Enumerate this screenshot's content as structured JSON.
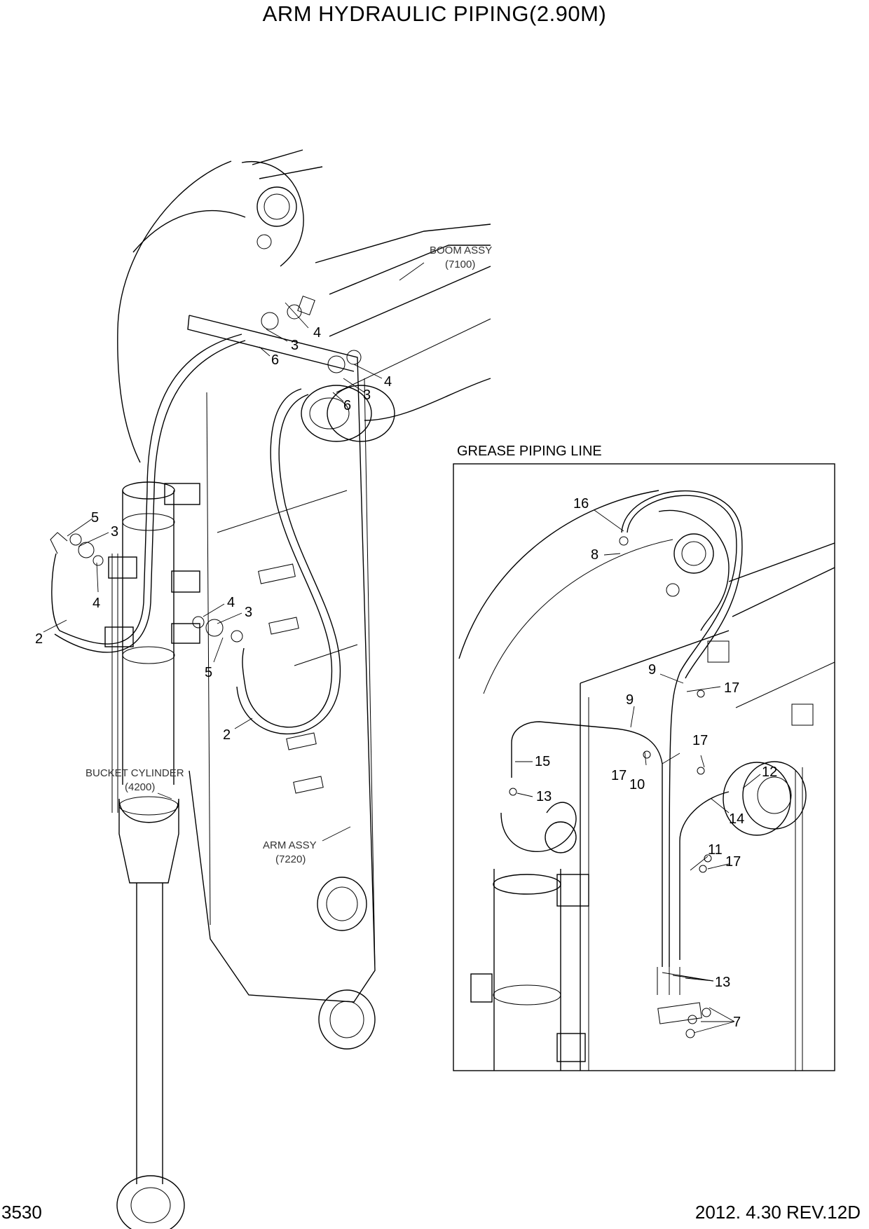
{
  "title": "ARM HYDRAULIC PIPING(2.90M)",
  "page_number": "3530",
  "revision": "2012. 4.30  REV.12D",
  "refs": {
    "boom_line1": "BOOM ASSY",
    "boom_line2": "(7100)",
    "bucket_line1": "BUCKET CYLINDER",
    "bucket_line2": "(4200)",
    "arm_line1": "ARM ASSY",
    "arm_line2": "(7220)"
  },
  "inset": {
    "title": "GREASE PIPING LINE"
  },
  "callouts": {
    "m4a": "4",
    "m3a": "3",
    "m6a": "6",
    "m4b": "4",
    "m3b": "3",
    "m6b": "6",
    "m5a": "5",
    "m3c": "3",
    "m4c": "4",
    "m2a": "2",
    "m4d": "4",
    "m3d": "3",
    "m5b": "5",
    "m2b": "2",
    "g16": "16",
    "g8": "8",
    "g9a": "9",
    "g17a": "17",
    "g9b": "9",
    "g17b": "17",
    "g15": "15",
    "g17c": "17",
    "g10": "10",
    "g12": "12",
    "g13a": "13",
    "g14": "14",
    "g11": "11",
    "g17d": "17",
    "g13b": "13",
    "g7": "7"
  }
}
